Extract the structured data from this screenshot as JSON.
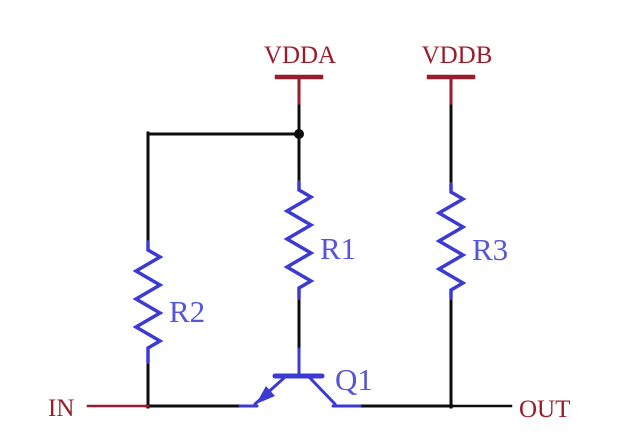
{
  "schematic": {
    "background": "#ffffff",
    "colors": {
      "wire": "#0d0d0d",
      "port": "#9a1c2a",
      "component": "#3b3bd4",
      "component_label": "#5656d8"
    },
    "labels": {
      "vdda": "VDDA",
      "vddb": "VDDB",
      "in": "IN",
      "out": "OUT",
      "r1": "R1",
      "r2": "R2",
      "r3": "R3",
      "q1": "Q1"
    },
    "components": [
      {
        "ref": "R1",
        "type": "resistor"
      },
      {
        "ref": "R2",
        "type": "resistor"
      },
      {
        "ref": "R3",
        "type": "resistor"
      },
      {
        "ref": "Q1",
        "type": "bjt-transistor"
      }
    ],
    "ports": {
      "power": [
        "VDDA",
        "VDDB"
      ],
      "input": "IN",
      "output": "OUT"
    }
  }
}
